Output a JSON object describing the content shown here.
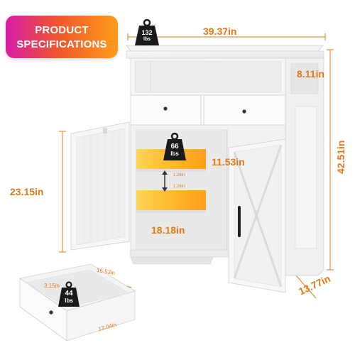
{
  "badge": {
    "line1": "PRODUCT",
    "line2": "SPECIFICATIONS"
  },
  "weights": {
    "top": {
      "value": "132",
      "unit": "lbs"
    },
    "shelf": {
      "value": "66",
      "unit": "lbs"
    },
    "drawer": {
      "value": "44",
      "unit": "lbs"
    }
  },
  "dimensions": {
    "width": "39.37in",
    "open_shelf_height": "8.11in",
    "total_height": "42.51in",
    "cabinet_height": "23.15in",
    "shelf_gap": "11.53in",
    "inner_width": "18.18in",
    "depth": "13.77in",
    "drawer_length": "16.53in",
    "drawer_depth": "13.04in",
    "drawer_height": "3.15in",
    "shelf_spacing_1": "1.26in",
    "shelf_spacing_2": "1.26in"
  },
  "colors": {
    "accent": "#e67817",
    "badge_gradient": [
      "#d61ca8",
      "#f0542f",
      "#ff9d1a"
    ],
    "shelf_highlight": "#ffb21a",
    "weight_icon": "#1a1a1a"
  }
}
